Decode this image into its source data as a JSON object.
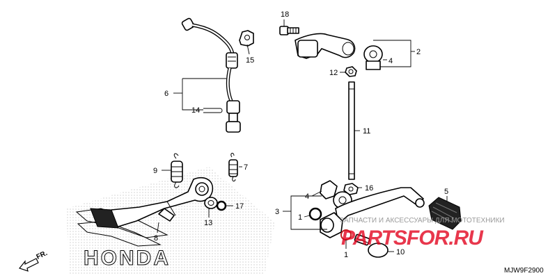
{
  "diagram": {
    "code": "MJW9F2900",
    "front_label": "FR.",
    "brand_mark": "HONDA",
    "callouts": {
      "c1a": "1",
      "c1b": "1",
      "c2": "2",
      "c3": "3",
      "c4a": "4",
      "c4b": "4",
      "c5": "5",
      "c6": "6",
      "c7": "7",
      "c8": "8",
      "c9": "9",
      "c10": "10",
      "c11": "11",
      "c12": "12",
      "c13": "13",
      "c14": "14",
      "c15": "15",
      "c16": "16",
      "c17": "17",
      "c18": "18"
    }
  },
  "watermark": {
    "caption": "ЗАПЧАСТИ И АКСЕССУАРЫ ДЛЯ МОТОТЕХНИКИ",
    "logo": "PARTSFOR.RU"
  },
  "colors": {
    "line": "#000000",
    "watermark_red": "#e2001a",
    "watermark_gray": "#9a9a9a"
  }
}
